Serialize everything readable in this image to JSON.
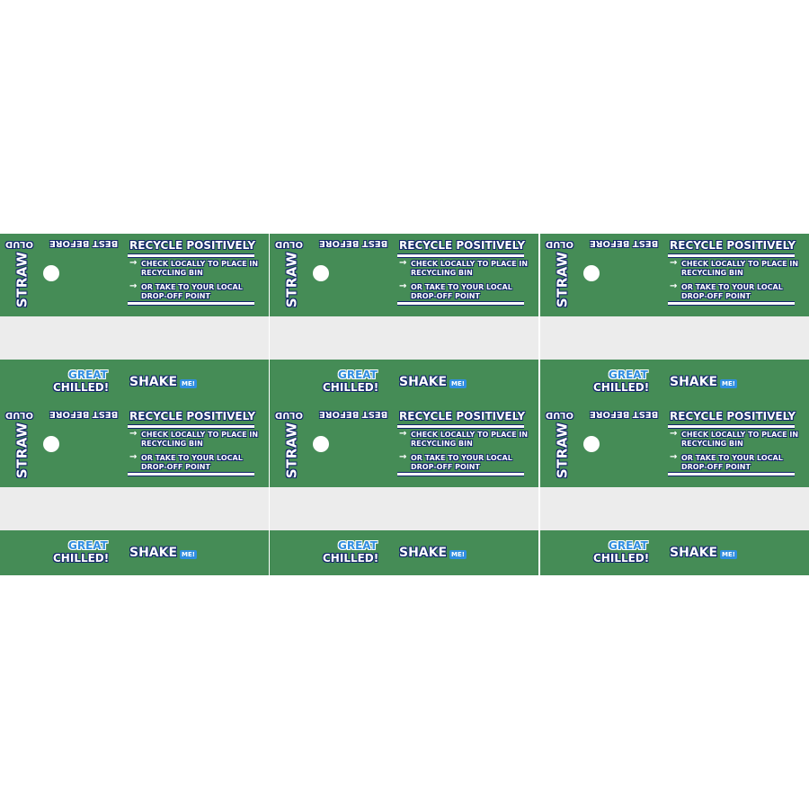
{
  "label": {
    "code_text": "OLUD",
    "best_before": "BEST BEFORE",
    "straw": "STRAW",
    "recycle_title": "RECYCLE POSITIVELY",
    "arrow": "→",
    "step1_line1": "CHECK LOCALLY TO PLACE IN",
    "step1_line2": "RECYCLING BIN",
    "step2_line1": "OR TAKE TO YOUR LOCAL",
    "step2_line2": "DROP-OFF POINT",
    "great": "GREAT",
    "chilled": "CHILLED!",
    "shake": "SHAKE",
    "me": "ME!"
  },
  "colors": {
    "green": "#458c56",
    "navy": "#12246b",
    "blue": "#2f8de0",
    "light": "#ececec"
  },
  "layout_counts": {
    "columns": 3,
    "rows": 2
  }
}
